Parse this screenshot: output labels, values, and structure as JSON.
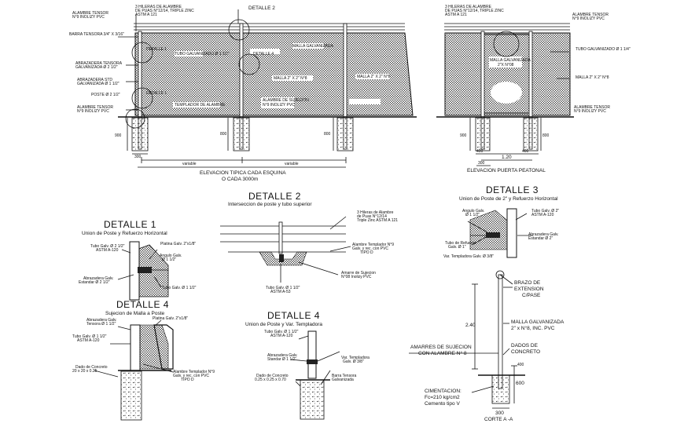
{
  "elev1": {
    "title": "ELEVACION TIPICA CADA ESQUINA",
    "subtitle": "O CADA 3000m",
    "lbl_hileras_1": "3 HILERAS DE ALAMBRE",
    "lbl_hileras_2": "DE PUAS N°12/14, TRIPLE ZINC",
    "lbl_hileras_3": "ASTM A 121",
    "lbl_alambre_tensor": "ALAMBRE TENSOR",
    "lbl_alambre_tensor_2": "N°9 INOLIZY PVC",
    "lbl_barra": "BARRA TENSORA 3/4\" X 3/16\"",
    "lbl_abrazadera": "ABRAZADERA TENSORA",
    "lbl_abrazadera_2": "GALVANIZADA Ø 2 1/2\"",
    "lbl_abrazadera_std": "ABRAZADERA STD",
    "lbl_abrazadera_std_2": "GALVANIZADA Ø 1 1/2\"",
    "lbl_poste": "POSTE Ø 2 1/2\"",
    "lbl_tubo": "TUBO GALVANIZADO Ø 1 1/2\"",
    "lbl_alambre_inf": "ALAMBRE TENSOR",
    "lbl_alambre_inf_2": "N°9 INOLIZY PVC",
    "lbl_malla": "MALLA 2\" X 2\" N°8",
    "lbl_malla_2": "MALLA 2\" X 2\" N°8",
    "lbl_malla_gal": "MALLA GALVANIZADA",
    "lbl_templador": "TEMPLADOR DE ALAMBRE",
    "lbl_sujecion": "ALAMBRE DE SUJECION",
    "lbl_sujecion_2": "N°9 INOLIZY PVC",
    "d1": "DETALLE 1",
    "d1b": "DETALLE 1",
    "d2": "DETALLE 2",
    "d4": "DETALLE 4",
    "dim_900": "900",
    "dim_800_a": "800",
    "dim_800_b": "800",
    "dim_300": "300",
    "dim_var_a": "variable",
    "dim_var_b": "variable"
  },
  "elev2": {
    "title": "ELEVACION PUERTA PEATONAL",
    "lbl_hileras_1": "3 HILERAS DE ALAMBRE",
    "lbl_hileras_2": "DE PUAS N°12/14, TRIPLE ZINC",
    "lbl_hileras_3": "ASTM A 121",
    "lbl_alambre_tensor": "ALAMBRE TENSOR",
    "lbl_alambre_tensor_2": "N°9 INOLIZY PVC",
    "lbl_tubo": "TUBO GALVANIZADO Ø 1 1/4\"",
    "lbl_malla_gal": "MALLA GALVANIZADA",
    "lbl_malla_gal_2": "2\"X N°08",
    "lbl_malla": "MALLA 2\" X 2\" N°8",
    "lbl_alambre_inf": "ALAMBRE TENSOR",
    "lbl_alambre_inf_2": "N°9 INOLIZY PVC",
    "dim_900": "900",
    "dim_800": "800",
    "dim_120": "1.20",
    "dim_400_a": "400",
    "dim_400_b": "400",
    "dim_300": "300"
  },
  "det1": {
    "title": "DETALLE 1",
    "subtitle": "Union de Poste y Refuerzo Horizontal",
    "l1": "Tubo Galv. Ø 2 1/2\"",
    "l1b": "ASTM A-120",
    "l2": "Platina Galv. 2\"x1/8\"",
    "l3": "Angulo Galv.",
    "l3b": "Ø 1 1/2\"",
    "l4": "Abrazadera Galv.",
    "l4b": "Estandar Ø 2 1/2\"",
    "l5": "Tubo Galv. Ø 1 1/2\""
  },
  "det2": {
    "title": "DETALLE 2",
    "subtitle": "Interseccion de poste y tubo superior",
    "l1": "3 Hileras de Alambre",
    "l1b": "de Puas N°12/14",
    "l1c": "Triple Zinc ASTM A 121",
    "l2": "Alambre Templador N°9",
    "l2b": "Galv. y rec. con PVC",
    "l2c": "TIPO D",
    "l3": "Amarre de Sujecion",
    "l3b": "N°08 Inolizy PVC",
    "l4": "Tubo Galv. Ø 1 1/2\"",
    "l4b": "ASTM A-53"
  },
  "det3": {
    "title": "DETALLE 3",
    "subtitle": "Union de Poste de 2\" y Refuerzo Horizontal",
    "l1": "Angulo Galv.",
    "l1b": "Ø 1 1/2\"",
    "l2": "Tubo Galv. Ø 2\"",
    "l2b": "ASTM A-120",
    "l3": "Tubo de Refuerzo",
    "l3b": "Galv. Ø 1\"",
    "l4": "Abrazadera Galv.",
    "l4b": "Estandar Ø 2\"",
    "l5": "Var. Templadora Galv. Ø 3/8\""
  },
  "det4a": {
    "title": "DETALLE 4",
    "subtitle": "Sujecion de Malla a Poste",
    "l1": "Abrazadera Galv.",
    "l1b": "Tensora Ø 1 1/2\"",
    "l2": "Platina Galv. 2\"x1/8\"",
    "l3": "Tubo Galv. Ø 1 1/2\"",
    "l3b": "ASTM A-120",
    "l4": "Dado de Concreto",
    "l4b": "20 x 20 x 0.25",
    "l5": "Alambre Templador N°9",
    "l5b": "Galv. y rec. con PVC",
    "l5c": "TIPO D"
  },
  "det4b": {
    "title": "DETALLE 4",
    "subtitle": "Union de Poste y Var. Templadora",
    "l1": "Tubo Galv. Ø 1 1/2\"",
    "l1b": "ASTM A-120",
    "l2": "Abrazadera Galv.",
    "l2b": "Standar Ø 1 1/2\"",
    "l3": "Var. Templadora",
    "l3b": "Galv. Ø 3/8\"",
    "l4": "Dado de Concreto",
    "l4b": "0.25 x 0.25 x 0.70",
    "l5": "Barra Tensora",
    "l5b": "Galvanizada"
  },
  "corte": {
    "title": "CORTE A -A",
    "l_brazo": "BRAZO DE",
    "l_brazo_2": "EXTENSION",
    "l_brazo_3": "C/PASE",
    "l_malla": "MALLA GALVANIZADA",
    "l_malla_2": "2\" x N°8, INC. PVC",
    "l_amarres": "AMARRES DE SUJECION",
    "l_amarres_2": "CON ALAMBRE N° 8",
    "l_dados": "DADOS DE",
    "l_dados_2": "CONCRETO",
    "l_cim": "CIMENTACION:",
    "l_cim_2": "Fc=210 kg/cm2",
    "l_cim_3": "Cemento tipo V",
    "dim_240": "2.40",
    "dim_600": "600",
    "dim_300": "300",
    "dim_top": "400"
  }
}
